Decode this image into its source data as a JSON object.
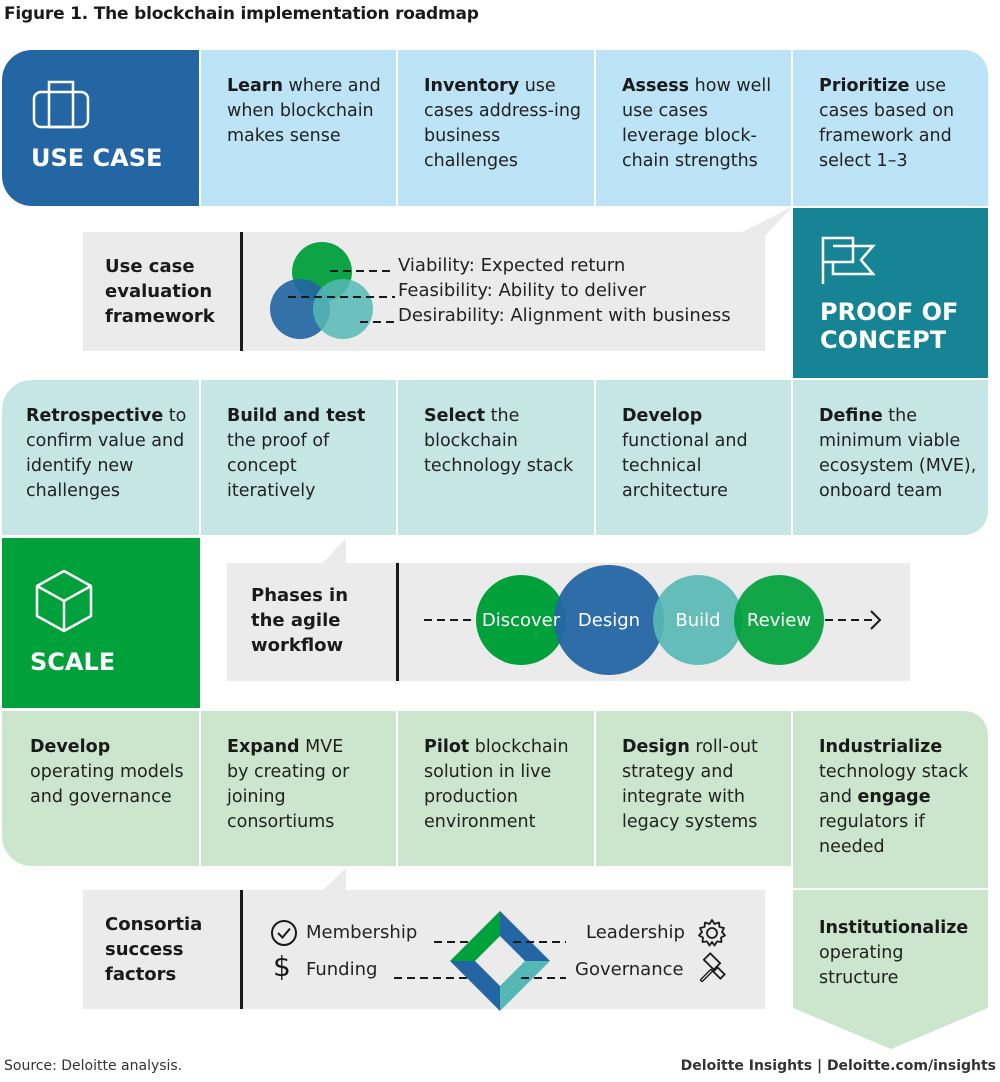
{
  "title": "Figure 1. The blockchain implementation roadmap",
  "colors": {
    "use_case": "#2466a3",
    "proof_of_concept": "#178496",
    "scale": "#00a03b",
    "row_use_case": "#bde3f6",
    "row_poc": "#c6e6e6",
    "row_scale": "#cbe6cc",
    "callout": "#ebebeb",
    "teal_light": "#56b8b5"
  },
  "phases": {
    "use_case": {
      "label": "USE CASE",
      "icon": "briefcase-icon"
    },
    "proof_of_concept": {
      "label_line1": "PROOF OF",
      "label_line2": "CONCEPT",
      "icon": "flag-icon"
    },
    "scale": {
      "label": "SCALE",
      "icon": "cube-icon"
    }
  },
  "row_use_case": [
    {
      "bold": "Learn",
      "rest": " where and when blockchain makes sense"
    },
    {
      "bold": "Inventory",
      "rest": " use cases address-ing business challenges"
    },
    {
      "bold": "Assess",
      "rest": " how well use cases leverage block-chain strengths"
    },
    {
      "bold": "Prioritize",
      "rest": " use cases based on framework and select 1–3"
    }
  ],
  "callout_evaluation": {
    "title_line1": "Use case",
    "title_line2": "evaluation",
    "title_line3": "framework",
    "items": [
      {
        "label": "Viability: Expected return",
        "color": "#00a03b"
      },
      {
        "label": "Feasibility: Ability to deliver",
        "color": "#2466a3"
      },
      {
        "label": "Desirability: Alignment with business",
        "color": "#56b8b5"
      }
    ]
  },
  "row_poc": [
    {
      "bold": "Retrospective",
      "rest": " to confirm value and identify new challenges"
    },
    {
      "bold": "Build and test",
      "rest": " the proof of concept iteratively"
    },
    {
      "bold": "Select",
      "rest": " the blockchain technology stack"
    },
    {
      "bold": "Develop",
      "rest": " functional and technical architecture"
    },
    {
      "bold": "Define",
      "rest": " the minimum viable ecosystem (MVE), onboard team"
    }
  ],
  "callout_agile": {
    "title_line1": "Phases in",
    "title_line2": "the agile",
    "title_line3": "workflow",
    "phases": [
      {
        "label": "Discover",
        "color": "#00a03b"
      },
      {
        "label": "Design",
        "color": "#2466a3"
      },
      {
        "label": "Build",
        "color": "#56b8b5"
      },
      {
        "label": "Review",
        "color": "#00a03b"
      }
    ]
  },
  "row_scale": [
    {
      "bold": "Develop",
      "rest": " operating models and governance"
    },
    {
      "bold": "Expand",
      "rest": " MVE by creating or joining consortiums"
    },
    {
      "bold": "Pilot",
      "rest": " blockchain solution in live production environment"
    },
    {
      "bold": "Design",
      "rest": " roll-out strategy and integrate with legacy systems"
    },
    {
      "bold": "Industrialize",
      "mid": " technology stack and ",
      "bold2": "engage",
      "rest": " regulators if needed"
    },
    {
      "bold": "Institutionalize",
      "rest": " operating structure"
    }
  ],
  "callout_consortia": {
    "title_line1": "Consortia",
    "title_line2": "success",
    "title_line3": "factors",
    "factors": [
      {
        "label": "Membership",
        "icon": "checkmark-circle-icon"
      },
      {
        "label": "Funding",
        "icon": "dollar-icon"
      },
      {
        "label": "Leadership",
        "icon": "gear-icon"
      },
      {
        "label": "Governance",
        "icon": "gavel-icon"
      }
    ]
  },
  "footer": {
    "source": "Source: Deloitte analysis.",
    "credit": "Deloitte Insights | Deloitte.com/insights"
  }
}
